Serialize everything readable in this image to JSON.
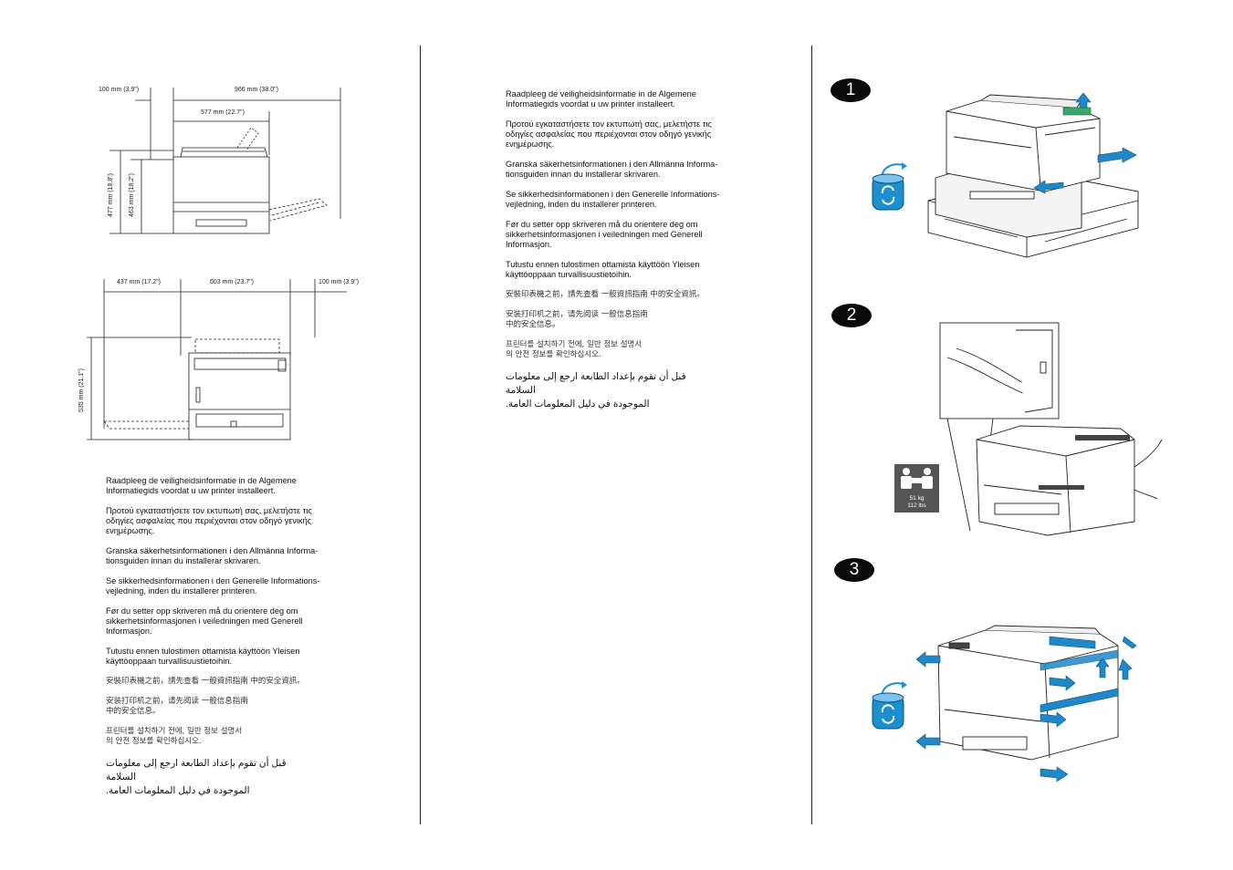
{
  "dimensions": {
    "side": {
      "left_clearance": "100 mm (3.9\")",
      "total_width": "966 mm (38.0\")",
      "body_width": "577 mm (22.7\")",
      "height_total": "477 mm (18.8\")",
      "height_body": "463 mm (18.2\")"
    },
    "top": {
      "front": "437 mm (17.2\")",
      "depth": "603 mm (23.7\")",
      "right_clearance": "100 mm (3.9\")",
      "height": "535 mm (21.1\")"
    }
  },
  "safety_notice": [
    {
      "lang": "nl",
      "text": "Raadpleeg de veiligheidsinformatie in de Algemene\nInformatiegids voordat u uw printer installeert."
    },
    {
      "lang": "el",
      "text": "Προτού εγκαταστήσετε τον εκτυπωτή σας, μελετήστε τις\nοδηγίες ασφαλείας που περιέχονται στον οδηγό γενικής\nενημέρωσης."
    },
    {
      "lang": "sv",
      "text": "Granska säkerhetsinformationen i den Allmänna Informa-\ntionsguiden innan du installerar skrivaren."
    },
    {
      "lang": "da",
      "text": "Se sikkerhedsinformationen i den Generelle Informations-\nvejledning, inden du installerer printeren."
    },
    {
      "lang": "no",
      "text": "Før du setter opp skriveren må du orientere deg om\nsikkerhetsinformasjonen i veiledningen med Generell\nInformasjon."
    },
    {
      "lang": "fi",
      "text": "Tutustu ennen tulostimen ottamista käyttöön Yleisen\nkäyttöoppaan turvallisuustietoihin."
    },
    {
      "lang": "zh-TW",
      "text": "安裝印表機之前，請先查看 一般資訊指南 中的安全資訊。"
    },
    {
      "lang": "zh-CN",
      "text": "安装打印机之前，请先阅读 一般信息指南\n中的安全信息。"
    },
    {
      "lang": "ko",
      "text": "프린터를 설치하기 전에, 일반 정보 설명서\n의 안전 정보를 확인하십시오."
    },
    {
      "lang": "ar",
      "text": "قبل أن تقوم بإعداد الطابعة ارجع إلى معلومات السلامة\nالموجودة في دليل المعلومات العامة."
    }
  ],
  "steps": [
    {
      "number": "1"
    },
    {
      "number": "2",
      "weight_badge": {
        "kg": "51 kg",
        "lbs": "112 lbs"
      }
    },
    {
      "number": "3"
    }
  ],
  "colors": {
    "arrow": "#1e88c8",
    "badge_bg": "#555555",
    "rotate_icon": "#1b8fd0"
  }
}
